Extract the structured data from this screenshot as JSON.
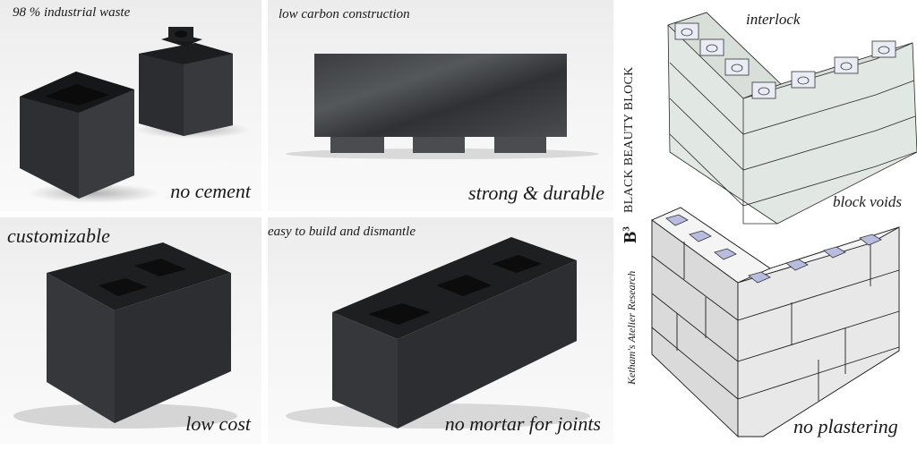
{
  "panels": {
    "top_left": {
      "top_label": "98 % industrial waste",
      "bottom_label": "no cement"
    },
    "top_middle": {
      "top_label": "low carbon construction",
      "bottom_label": "strong & durable"
    },
    "bottom_left": {
      "top_label": "customizable",
      "bottom_label": "low cost"
    },
    "bottom_middle": {
      "top_label": "easy to build and dismantle",
      "bottom_label": "no mortar for joints"
    }
  },
  "sidebar": {
    "title": "BLACK BEAUTY BLOCK",
    "logo": "B",
    "logo_sup": "3",
    "credit": "Ketham's Atelier Research"
  },
  "diagrams": {
    "transparent_wall": {
      "label_top": "interlock",
      "label_side": "block voids"
    },
    "solid_wall": {
      "label_bottom": "no plastering"
    }
  },
  "colors": {
    "block_dark": "#2a2c2f",
    "background_panel": "#f2f2f2",
    "diagram_glass": "#c9d3cc",
    "diagram_void": "#b8bde0",
    "diagram_solid": "#e6e6e6"
  }
}
